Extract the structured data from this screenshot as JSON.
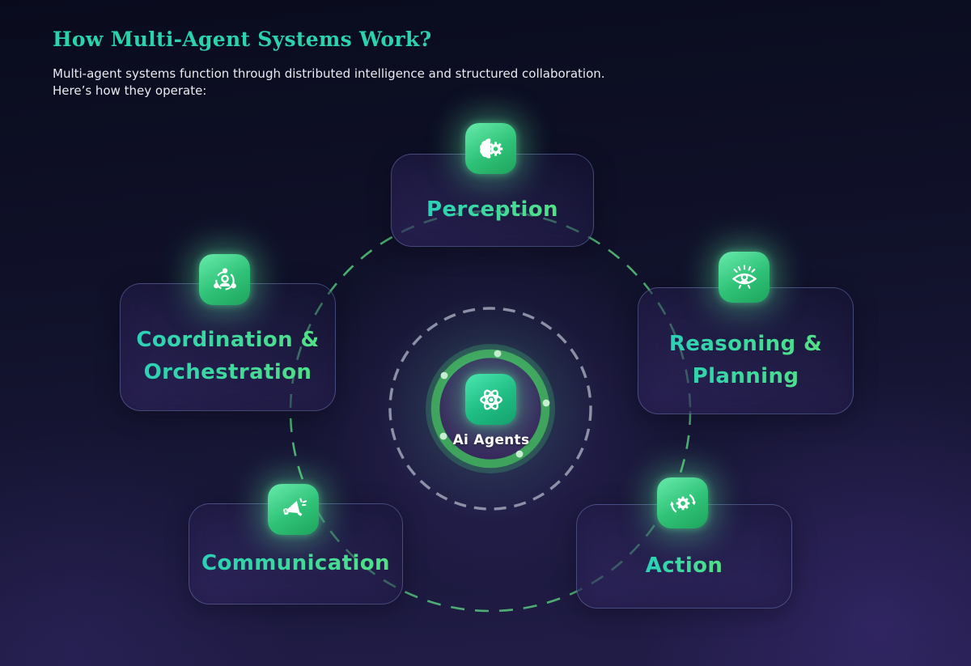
{
  "header": {
    "title": "How Multi-Agent Systems Work?",
    "subtitle_line1": "Multi-agent systems function through distributed intelligence and structured collaboration.",
    "subtitle_line2": "Here’s how they operate:"
  },
  "center": {
    "label": "Ai Agents",
    "icon": "atom-icon"
  },
  "nodes": [
    {
      "id": "perception",
      "label": "Perception",
      "icon": "brain-gear-icon"
    },
    {
      "id": "reasoning",
      "lines": [
        "Reasoning &",
        "Planning"
      ],
      "icon": "eye-insight-icon"
    },
    {
      "id": "action",
      "label": "Action",
      "icon": "gear-arrows-icon"
    },
    {
      "id": "communication",
      "label": "Communication",
      "icon": "megaphone-icon"
    },
    {
      "id": "coordination",
      "lines": [
        "Coordination &",
        "Orchestration"
      ],
      "icon": "network-share-icon"
    }
  ],
  "colors": {
    "background_top": "#090b1d",
    "background_bottom": "#221d49",
    "title_accent": "#2bd3ad",
    "label_gradient_start": "#2bd1b6",
    "label_gradient_end": "#53e185",
    "icon_gradient_start": "#67ebab",
    "icon_gradient_end": "#1fa45c",
    "dashed_circle_green": "#56c97c",
    "dashed_circle_gray": "#989db1",
    "center_ring_green": "#3fa35c",
    "center_circle_purple": "#37265c",
    "body_text": "#e9eaf2"
  }
}
